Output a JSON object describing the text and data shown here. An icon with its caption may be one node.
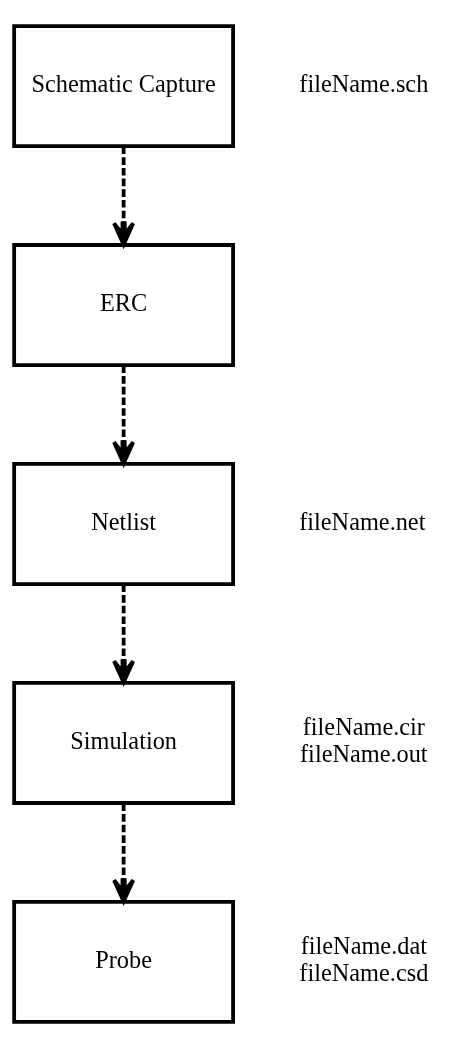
{
  "diagram": {
    "nodes": [
      {
        "text": [
          "Schematic Capture"
        ],
        "beside": [
          "fileName.sch"
        ]
      },
      {
        "text": [
          "ERC"
        ]
      },
      {
        "text": [
          "Netlist"
        ],
        "beside": [
          "fileName.net"
        ]
      },
      {
        "text": [
          "Simulation"
        ],
        "beside": [
          "fileName.cir",
          "fileName.out"
        ]
      },
      {
        "text": [
          "Probe"
        ],
        "beside": [
          "fileName.dat",
          "fileName.csd"
        ]
      }
    ],
    "edges": [
      {
        "from": 0,
        "to": 1,
        "arrow": "to",
        "style": "dashed"
      },
      {
        "from": 1,
        "to": 2,
        "arrow": "to",
        "style": "dashed"
      },
      {
        "from": 2,
        "to": 3,
        "arrow": "to",
        "style": "dashed"
      },
      {
        "from": 3,
        "to": 4,
        "arrow": "to",
        "style": "dashed"
      }
    ]
  }
}
